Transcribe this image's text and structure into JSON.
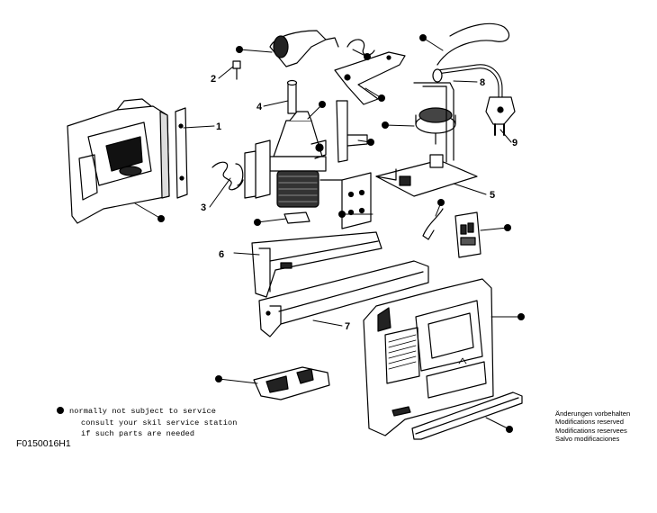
{
  "callouts": {
    "n1": "1",
    "n2": "2",
    "n3": "3",
    "n4": "4",
    "n5": "5",
    "n6": "6",
    "n7": "7",
    "n8": "8",
    "n9": "9"
  },
  "legend": {
    "lines": [
      "normally not subject to service",
      "consult your skil service station",
      "if such parts are needed"
    ]
  },
  "modifications": [
    "Änderungen vorbehalten",
    "Modifications reserved",
    "Modifications reservees",
    "Salvo modificaciones"
  ],
  "figure_id": "F0150016H1"
}
